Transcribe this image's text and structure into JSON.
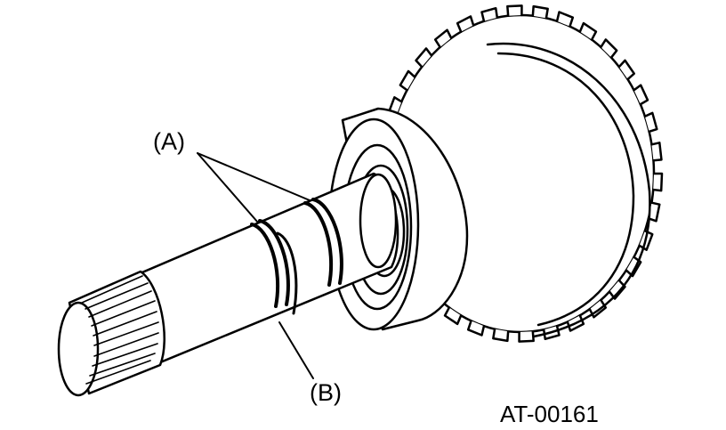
{
  "labels": {
    "a": "(A)",
    "b": "(B)"
  },
  "figure_id": "AT-00161",
  "colors": {
    "ink": "#000000",
    "paper": "#ffffff"
  }
}
